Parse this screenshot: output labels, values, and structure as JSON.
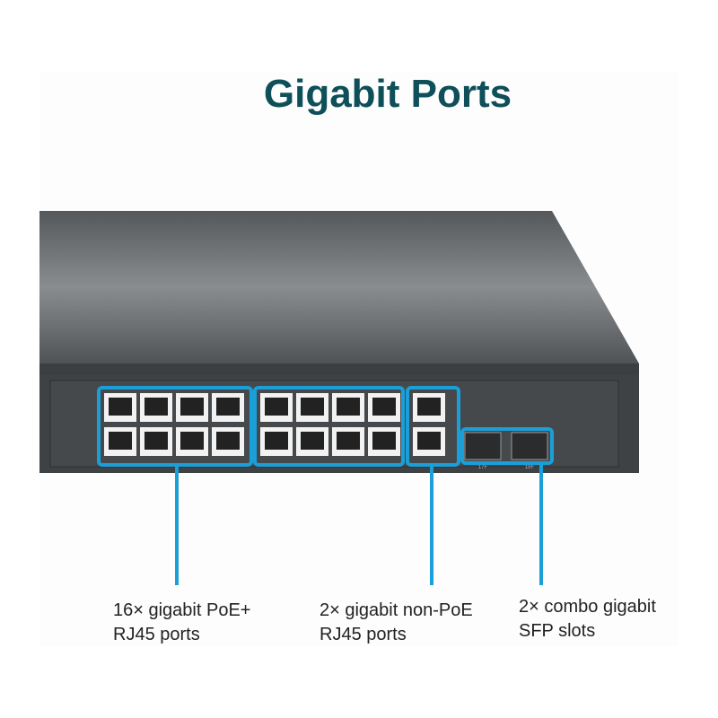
{
  "title": "Gigabit Ports",
  "port_labels": {
    "sfp1": "17F",
    "sfp2": "18F"
  },
  "callouts": [
    {
      "line1": "16× gigabit PoE+",
      "line2": "RJ45 ports"
    },
    {
      "line1": "2× gigabit non-PoE",
      "line2": "RJ45 ports"
    },
    {
      "line1": "2× combo gigabit",
      "line2": "SFP slots"
    }
  ],
  "colors": {
    "accent": "#1a9fd8",
    "title": "#0e4f5a",
    "chassis": "#4a4d50"
  }
}
